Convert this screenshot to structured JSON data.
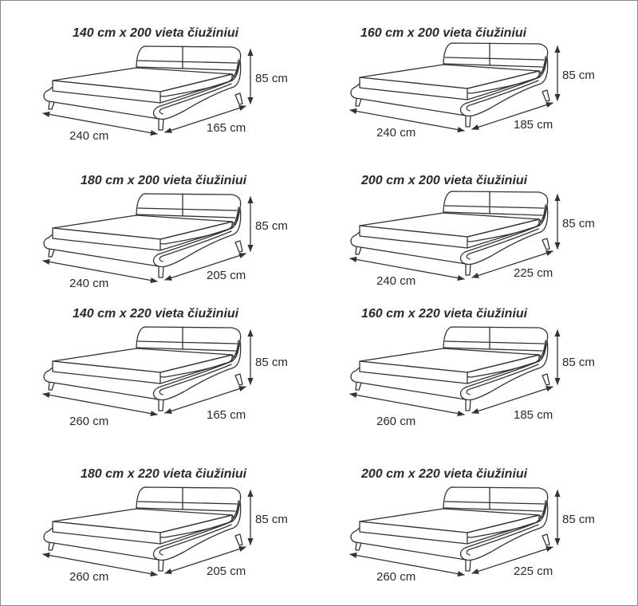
{
  "beds": [
    {
      "title": "140 cm x 200 vieta čiužiniui",
      "length": "240 cm",
      "width": "165 cm",
      "height": "85 cm"
    },
    {
      "title": "160 cm x 200 vieta čiužiniui",
      "length": "240 cm",
      "width": "185 cm",
      "height": "85 cm"
    },
    {
      "title": "180 cm x 200 vieta čiužiniui",
      "length": "240 cm",
      "width": "205 cm",
      "height": "85 cm"
    },
    {
      "title": "200 cm x 200 vieta čiužiniui",
      "length": "240 cm",
      "width": "225 cm",
      "height": "85 cm"
    },
    {
      "title": "140 cm x 220 vieta čiužiniui",
      "length": "260 cm",
      "width": "165 cm",
      "height": "85 cm"
    },
    {
      "title": "160 cm x 220 vieta čiužiniui",
      "length": "260 cm",
      "width": "185 cm",
      "height": "85 cm"
    },
    {
      "title": "180 cm x 220 vieta čiužiniui",
      "length": "260 cm",
      "width": "205 cm",
      "height": "85 cm"
    },
    {
      "title": "200 cm x 220 vieta čiužiniui",
      "length": "260 cm",
      "width": "225 cm",
      "height": "85 cm"
    }
  ]
}
